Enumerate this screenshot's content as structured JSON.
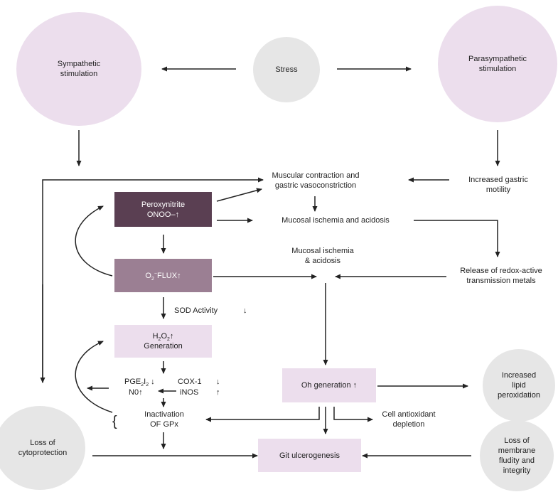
{
  "nodes": {
    "sympathetic": "Sympathetic\nstimulation",
    "stress": "Stress",
    "parasympathetic": "Parasympathetic\nstimulation",
    "muscular": "Muscular contraction and\ngastric vasoconstriction",
    "increased_gastric": "Increased gastric\nmotility",
    "peroxynitrite_l1": "Peroxynitrite",
    "peroxynitrite_l2": "ONOO–",
    "mucosal_ischemia_1": "Mucosal ischemia and acidosis",
    "mucosal_ischemia_2": "Mucosal ischemia\n& acidosis",
    "o2_flux": "FLUX",
    "release": "Release of redox-active\ntransmission metals",
    "sod_activity": "SOD Activity",
    "h2o2_l2": "Generation",
    "cox1": "COX-1",
    "inos": "iNOS",
    "no": "N0",
    "oh_generation": "Oh generation",
    "increased_lipid": "Increased\nlipid\nperoxidation",
    "inactivation": "Inactivation\nOF GPx",
    "cell_antioxidant": "Cell antioxidant\ndepletion",
    "loss_cyto": "Loss of\ncytoprotection",
    "git": "Git ulcerogenesis",
    "loss_membrane": "Loss of\nmembrane\nfludity and\nintegrity"
  },
  "symbols": {
    "up": "↑",
    "down": "↓",
    "brace": "{"
  },
  "colors": {
    "circle_pink": "#ecdeed",
    "circle_grey": "#e6e6e6",
    "box_dark": "#5a3f52",
    "box_mid": "#9b7f93",
    "box_light": "#ecdeed"
  }
}
